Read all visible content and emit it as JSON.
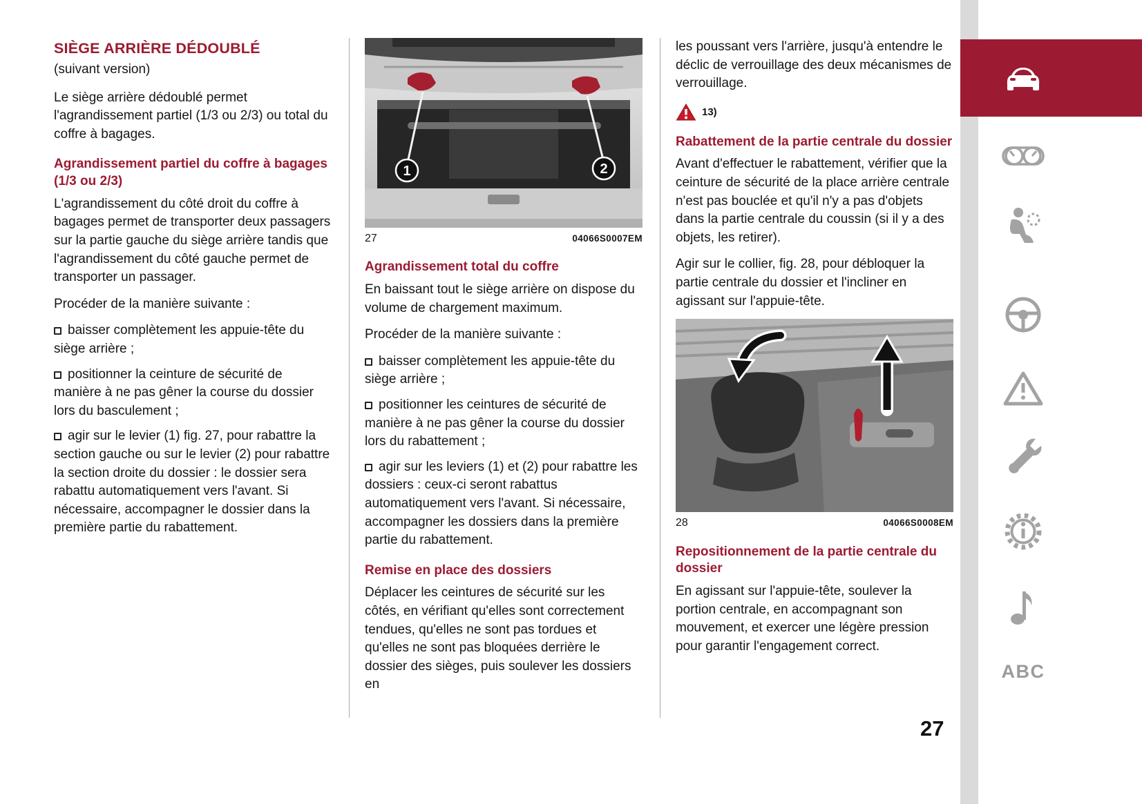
{
  "colors": {
    "accent": "#9c1b32",
    "icon_gray": "#a3a3a3"
  },
  "page_number": "27",
  "col1": {
    "title": "SIÈGE ARRIÈRE DÉDOUBLÉ",
    "subtitle": "(suivant version)",
    "intro": "Le siège arrière dédoublé permet l'agrandissement partiel (1/3 ou 2/3) ou total du coffre à bagages.",
    "section1_heading": "Agrandissement partiel du coffre à bagages (1/3 ou 2/3)",
    "section1_para": "L'agrandissement du côté droit du coffre à bagages permet de transporter deux passagers sur la partie gauche du siège arrière tandis que l'agrandissement du côté gauche permet de transporter un passager.",
    "procedure_intro": "Procéder de la manière suivante :",
    "bullets": [
      "baisser complètement les appuie-tête du siège arrière ;",
      "positionner la ceinture de sécurité de manière à ne pas gêner la course du dossier lors du basculement ;",
      "agir sur le levier (1) fig. 27, pour rabattre la section gauche ou sur le levier (2) pour rabattre la section droite du dossier : le dossier sera rabattu automatiquement vers l'avant. Si nécessaire, accompagner le dossier dans la première partie du rabattement."
    ]
  },
  "col2": {
    "figure27": {
      "label": "27",
      "code": "04066S0007EM",
      "callout1": "1",
      "callout2": "2"
    },
    "section1_heading": "Agrandissement total du coffre",
    "para1": "En baissant tout le siège arrière on dispose du volume de chargement maximum.",
    "procedure_intro": "Procéder de la manière suivante :",
    "bullets": [
      "baisser complètement les appuie-tête du siège arrière ;",
      "positionner les ceintures de sécurité de manière à ne pas gêner la course du dossier lors du rabattement ;",
      "agir sur les leviers (1) et (2) pour rabattre les dossiers : ceux-ci seront rabattus automatiquement vers l'avant. Si nécessaire, accompagner les dossiers dans la première partie du rabattement."
    ],
    "section2_heading": "Remise en place des dossiers",
    "para2": "Déplacer les ceintures de sécurité sur les côtés, en vérifiant qu'elles sont correctement tendues, qu'elles ne sont pas tordues et qu'elles ne sont pas bloquées derrière le dossier des sièges, puis soulever les dossiers en"
  },
  "col3": {
    "cont_para": "les poussant vers l'arrière, jusqu'à entendre le déclic de verrouillage des deux mécanismes de verrouillage.",
    "warning_ref": "13)",
    "section1_heading": "Rabattement de la partie centrale du dossier",
    "para1": "Avant d'effectuer le rabattement, vérifier que la ceinture de sécurité de la place arrière centrale n'est pas bouclée et qu'il n'y a pas d'objets dans la partie centrale du coussin (si il y a des objets, les retirer).",
    "para2": "Agir sur le collier, fig. 28, pour débloquer la partie centrale du dossier et l'incliner en agissant sur l'appuie-tête.",
    "figure28": {
      "label": "28",
      "code": "04066S0008EM"
    },
    "section2_heading": "Repositionnement de la partie centrale du dossier",
    "para3": "En agissant sur l'appuie-tête, soulever la portion centrale, en accompagnant son mouvement, et exercer une légère pression pour garantir l'engagement correct."
  },
  "sidebar": {
    "abc_label": "ABC",
    "icons": [
      "car-front",
      "instrument-cluster",
      "airbag",
      "steering-wheel",
      "warning-triangle",
      "wrench",
      "info-gear",
      "music-note"
    ]
  }
}
